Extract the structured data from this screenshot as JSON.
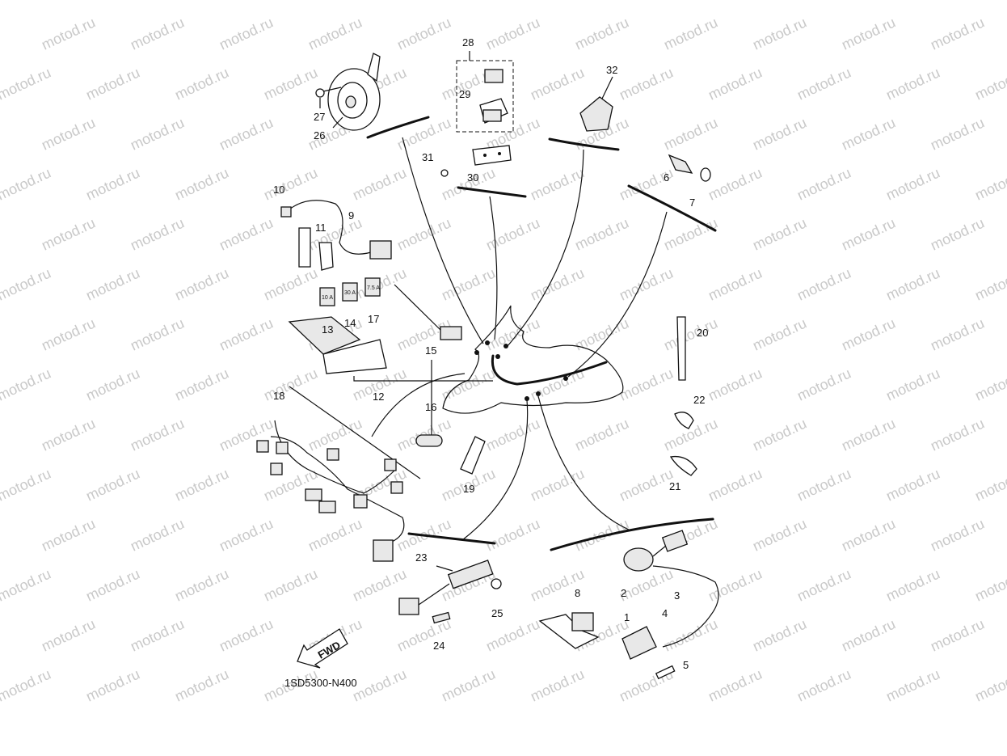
{
  "watermark": "motod.ru",
  "diagram_code": "1SD5300-N400",
  "fwd_label": "FWD",
  "fuse_ratings": [
    "10 A",
    "30 A",
    "7.5 A"
  ],
  "part_labels": {
    "p1": "1",
    "p2": "2",
    "p3": "3",
    "p4": "4",
    "p5": "5",
    "p6": "6",
    "p7": "7",
    "p8": "8",
    "p9": "9",
    "p10": "10",
    "p11": "11",
    "p12": "12",
    "p13": "13",
    "p14": "14",
    "p15": "15",
    "p16": "16",
    "p17": "17",
    "p18": "18",
    "p19": "19",
    "p20": "20",
    "p21": "21",
    "p22": "22",
    "p23": "23",
    "p24": "24",
    "p25": "25",
    "p26": "26",
    "p27": "27",
    "p28": "28",
    "p29": "29",
    "p30": "30",
    "p31": "31",
    "p32": "32"
  }
}
